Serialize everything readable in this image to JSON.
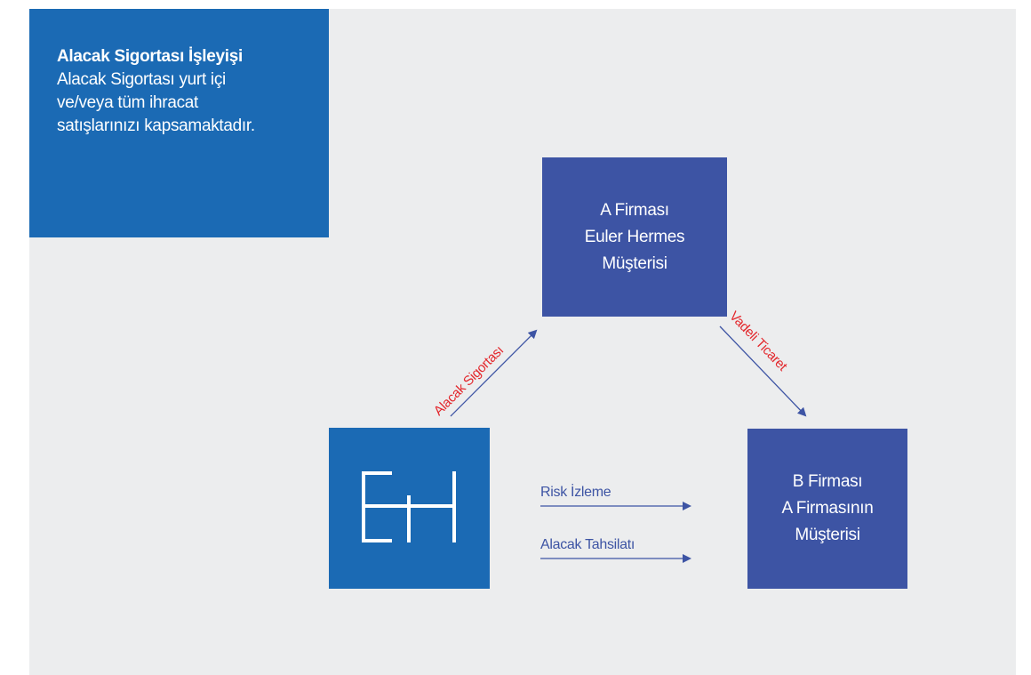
{
  "intro": {
    "title": "Alacak Sigortası İşleyişi",
    "body": "Alacak Sigortası yurt içi ve/veya tüm ihracat satışlarınızı kapsamaktadır."
  },
  "nodes": {
    "firm_a": {
      "line1": "A Firması",
      "line2": "Euler Hermes",
      "line3": "Müşterisi"
    },
    "firm_b": {
      "line1": "B Firması",
      "line2": "A Firmasının",
      "line3": "Müşterisi"
    },
    "euler_hermes": {
      "logo_icon": "euler-hermes-eh-logo"
    }
  },
  "arrows": {
    "eh_to_a": "Alacak Sigortası",
    "a_to_b": "Vadeli Ticaret",
    "risk": "Risk İzleme",
    "collection": "Alacak Tahsilatı"
  },
  "colors": {
    "background": "#ecedee",
    "intro_box": "#1b6ab4",
    "firm_box": "#3d54a4",
    "eh_box": "#1b6ab4",
    "arrow": "#3d54a4",
    "diagonal_label": "#e3262b"
  }
}
